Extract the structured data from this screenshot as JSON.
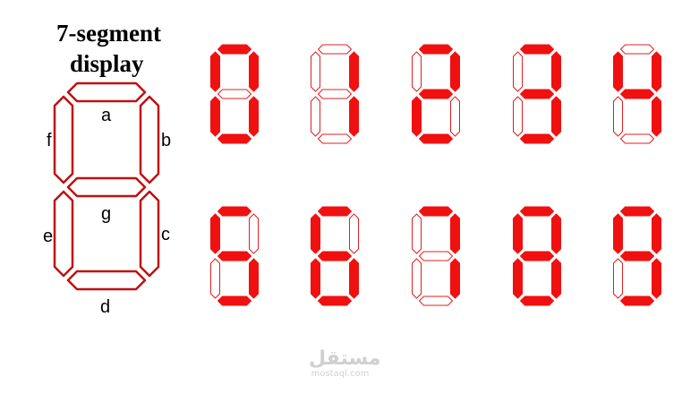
{
  "title": {
    "line1": "7-segment",
    "line2": "display"
  },
  "segment_labels": {
    "a": "a",
    "b": "b",
    "c": "c",
    "d": "d",
    "e": "e",
    "f": "f",
    "g": "g"
  },
  "colors": {
    "segment_on": "#f01010",
    "segment_off_outline": "#e02020",
    "diagram_outline": "#c01010",
    "background": "#ffffff"
  },
  "digits": [
    {
      "value": 0,
      "on": [
        "a",
        "b",
        "c",
        "d",
        "e",
        "f"
      ]
    },
    {
      "value": 1,
      "on": [
        "b",
        "c"
      ]
    },
    {
      "value": 2,
      "on": [
        "a",
        "b",
        "g",
        "e",
        "d"
      ]
    },
    {
      "value": 3,
      "on": [
        "a",
        "b",
        "g",
        "c",
        "d"
      ]
    },
    {
      "value": 4,
      "on": [
        "f",
        "g",
        "b",
        "c"
      ]
    },
    {
      "value": 5,
      "on": [
        "a",
        "f",
        "g",
        "c",
        "d"
      ]
    },
    {
      "value": 6,
      "on": [
        "a",
        "f",
        "g",
        "e",
        "c",
        "d"
      ]
    },
    {
      "value": 7,
      "on": [
        "a",
        "b",
        "c"
      ]
    },
    {
      "value": 8,
      "on": [
        "a",
        "b",
        "c",
        "d",
        "e",
        "f",
        "g"
      ]
    },
    {
      "value": 9,
      "on": [
        "a",
        "b",
        "c",
        "d",
        "f",
        "g"
      ]
    }
  ],
  "watermark": {
    "arabic": "مستقل",
    "latin": "mostaql.com"
  }
}
